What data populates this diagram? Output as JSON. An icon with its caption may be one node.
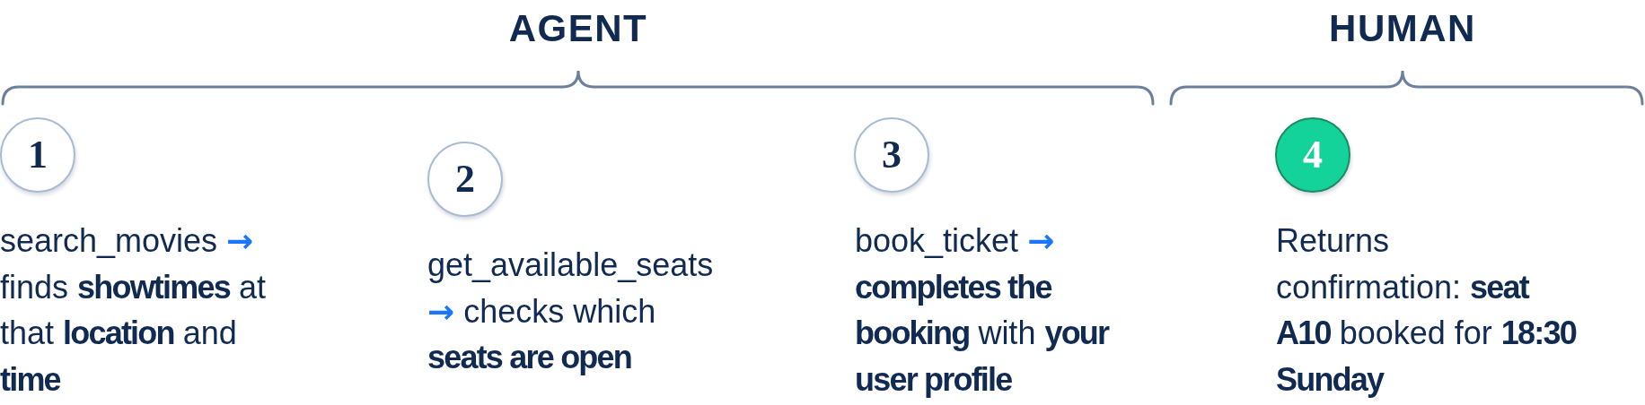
{
  "diagram": {
    "nodes": [
      {
        "text": [
          "1"
        ],
        "beside": [
          "search_movies → finds **showtimes** at that **location** and **time**"
        ]
      },
      {
        "text": [
          "2"
        ],
        "beside": [
          "get_available_seats → checks which **seats are open**"
        ]
      },
      {
        "text": [
          "3"
        ],
        "beside": [
          "book_ticket → **completes the booking** with **your user profile**"
        ]
      },
      {
        "text": [
          "4"
        ],
        "beside": [
          "Returns confirmation: **seat A10** booked for **18:30 Sunday**"
        ]
      }
    ],
    "labels": [
      "AGENT",
      "HUMAN"
    ]
  }
}
